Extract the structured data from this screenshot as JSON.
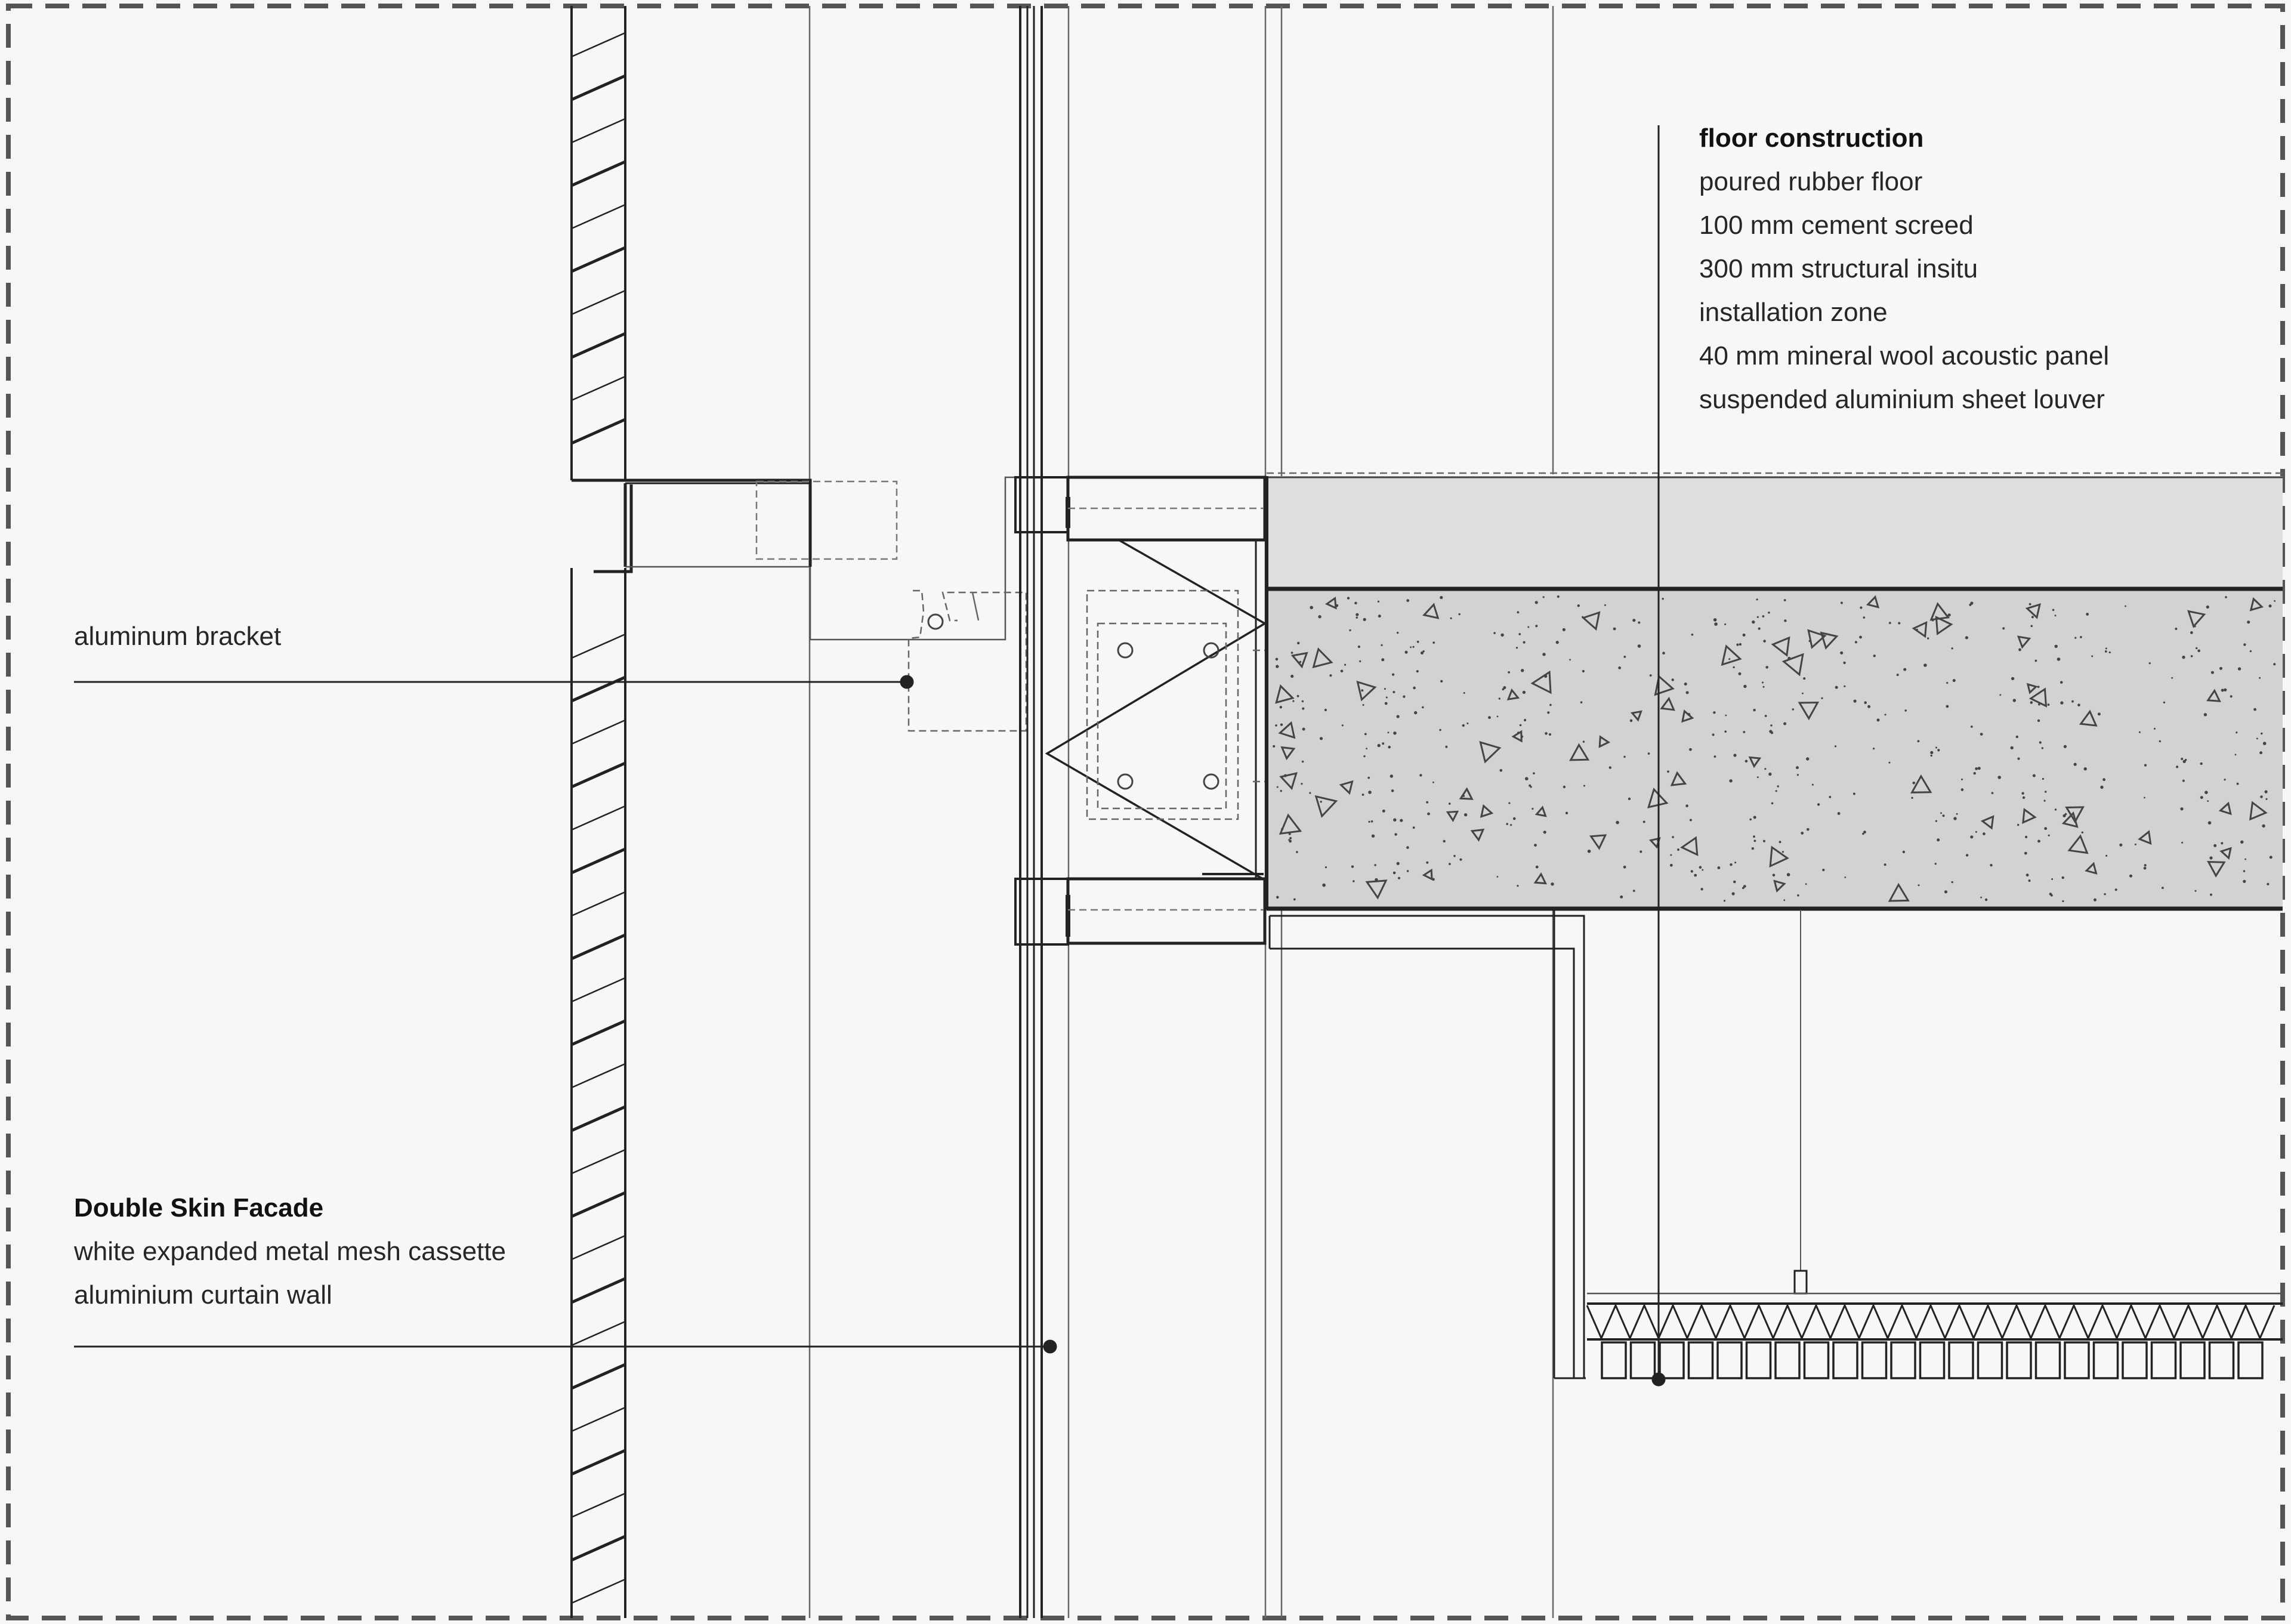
{
  "floor_construction": {
    "heading": "floor construction",
    "layers": [
      "poured rubber floor",
      "100 mm cement screed",
      "300 mm structural insitu",
      "installation zone",
      "40 mm mineral wool acoustic panel",
      "suspended aluminium sheet louver"
    ]
  },
  "bracket": {
    "label": "aluminum bracket"
  },
  "facade": {
    "heading": "Double Skin Facade",
    "lines": [
      "white expanded metal mesh cassette",
      "aluminium curtain wall"
    ]
  },
  "colors": {
    "background": "#f7f7f7",
    "line": "#222222",
    "thin_line": "#555555",
    "screed_fill": "#dedede",
    "slab_fill": "#d2d2d2",
    "border_dash": "#555555"
  }
}
